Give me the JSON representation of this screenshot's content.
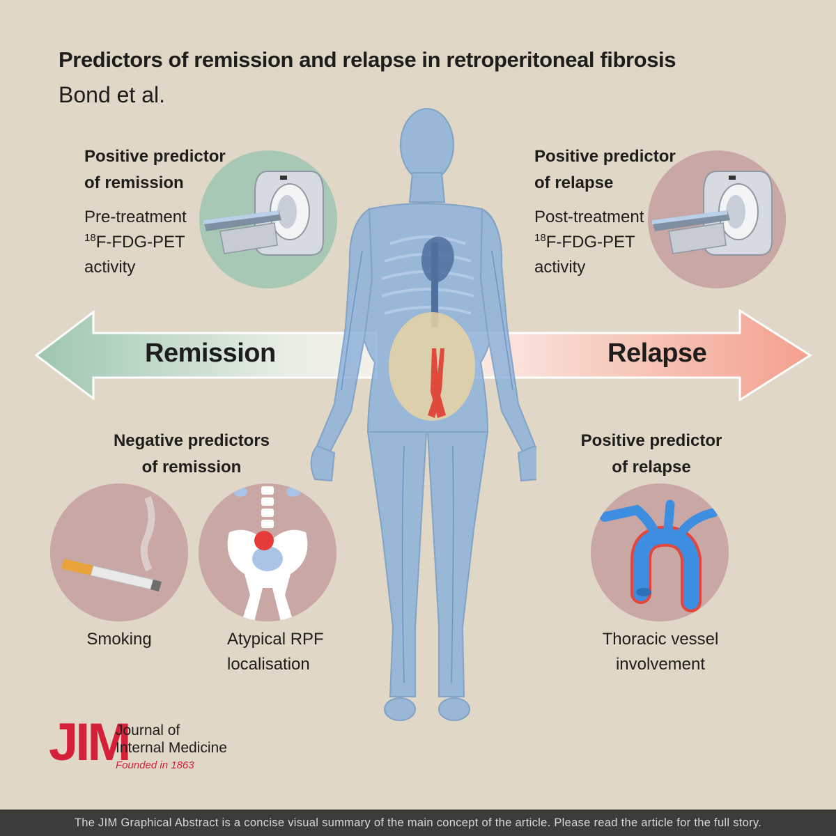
{
  "header": {
    "title": "Predictors of remission and relapse in retroperitoneal fibrosis",
    "authors": "Bond et al."
  },
  "top_left": {
    "heading_line1": "Positive predictor",
    "heading_line2": "of remission",
    "text_line1": "Pre-treatment",
    "text_sup": "18",
    "text_line2": "F-FDG-PET",
    "text_line3": "activity"
  },
  "top_right": {
    "heading_line1": "Positive predictor",
    "heading_line2": "of relapse",
    "text_line1": "Post-treatment",
    "text_sup": "18",
    "text_line2": "F-FDG-PET",
    "text_line3": "activity"
  },
  "arrows": {
    "left_label": "Remission",
    "right_label": "Relapse"
  },
  "bottom_left": {
    "heading_line1": "Negative predictors",
    "heading_line2": "of remission",
    "caption_smoking": "Smoking",
    "caption_atypical_line1": "Atypical RPF",
    "caption_atypical_line2": "localisation"
  },
  "bottom_right": {
    "heading_line1": "Positive predictor",
    "heading_line2": "of relapse",
    "caption_line1": "Thoracic vessel",
    "caption_line2": "involvement"
  },
  "logo": {
    "abbrev": "JIM",
    "name_line1": "Journal of",
    "name_line2": "Internal Medicine",
    "founded": "Founded in 1863"
  },
  "footer": {
    "text": "The JIM Graphical Abstract is a concise visual summary of the main concept of the article. Please read the article for the full story."
  },
  "colors": {
    "background": "#e0d7c6",
    "remission_green": "#9dc6b0",
    "relapse_pink": "#f4a08e",
    "circle_green": "#a6c8b5",
    "circle_rose": "#c9a7a4",
    "body_blue": "#8ab0da",
    "brand_red": "#d5203a",
    "footer_bar": "#3c3c3b"
  }
}
